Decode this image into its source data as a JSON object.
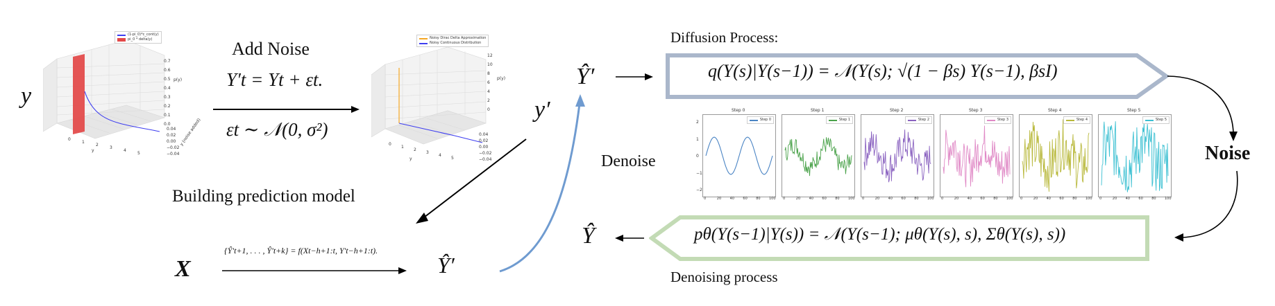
{
  "colors": {
    "arrow_blue": "#6f9bd0",
    "forward_box_border": "#aab7cb",
    "reverse_box_border": "#c3dbb5",
    "plot_red": "#e34848",
    "plot_blue": "#3d3df0",
    "plot_orange": "#f5a623"
  },
  "left": {
    "y_label": "y",
    "add_noise_label": "Add Noise",
    "noise_eq": "Y′t = Yt + εt.",
    "noise_dist": "εt ∼ 𝒩(0, σ²)",
    "y_prime_label": "y′",
    "building_label": "Building prediction model",
    "x_label": "X",
    "model_eq": "{Ŷ′t+1, . . . , Ŷ′t+k} = f(Xt−h+1:t, Y′t−h+1:t).",
    "y_hat_prime_bottom": "Ŷ′"
  },
  "plot1": {
    "legend": [
      "(1-pi_0)*c_cont(y)",
      "pi_0 * delta(y)"
    ],
    "z_ticks": [
      "0.7",
      "0.6",
      "0.5",
      "0.4",
      "0.3",
      "0.2",
      "0.1",
      "0.0"
    ],
    "z_label": "p(y)",
    "x_ticks": [
      "0",
      "1",
      "2",
      "3",
      "4",
      "5"
    ],
    "x_label": "y",
    "depth_ticks": [
      "0.04",
      "0.02",
      "0.00",
      "−0.02",
      "−0.04"
    ],
    "depth_label": "y (noise added)"
  },
  "plot2": {
    "legend": [
      "Noisy Dirac Delta Approximation",
      "Noisy Continuous Distribution"
    ],
    "z_ticks": [
      "12",
      "10",
      "8",
      "6",
      "4",
      "2",
      "0"
    ],
    "z_label": "p(y)",
    "x_ticks": [
      "0",
      "1",
      "2",
      "3",
      "4",
      "5"
    ],
    "x_label": "y",
    "depth_ticks": [
      "0.04",
      "0.02",
      "0.00",
      "−0.02",
      "−0.04"
    ]
  },
  "right": {
    "y_hat_prime": "Ŷ′",
    "diffusion_label": "Diffusion Process:",
    "forward_eq": "q(Y(s)|Y(s−1)) = 𝒩(Y(s); √(1 − βs) Y(s−1), βsI)",
    "denoise_label": "Denoise",
    "noise_label": "Noise",
    "y_hat": "Ŷ",
    "reverse_eq": "pθ(Y(s−1)|Y(s)) = 𝒩(Y(s−1); μθ(Y(s), s), Σθ(Y(s), s))",
    "denoising_label": "Denoising process"
  },
  "panels": [
    {
      "title": "Step 0",
      "legend": "Step 0",
      "color": "#4a84c4",
      "noise": 0.0
    },
    {
      "title": "Step 1",
      "legend": "Step 1",
      "color": "#4aa24a",
      "noise": 0.45
    },
    {
      "title": "Step 2",
      "legend": "Step 2",
      "color": "#8a62c0",
      "noise": 0.8
    },
    {
      "title": "Step 3",
      "legend": "Step 3",
      "color": "#e089c6",
      "noise": 1.05
    },
    {
      "title": "Step 4",
      "legend": "Step 4",
      "color": "#b8b83a",
      "noise": 1.25
    },
    {
      "title": "Step 5",
      "legend": "Step 5",
      "color": "#3cc0d2",
      "noise": 1.45
    }
  ],
  "panel_y_ticks": [
    "2",
    "1",
    "0",
    "−1",
    "−2"
  ],
  "panel_x_ticks": [
    "0",
    "20",
    "40",
    "60",
    "80",
    "100"
  ]
}
